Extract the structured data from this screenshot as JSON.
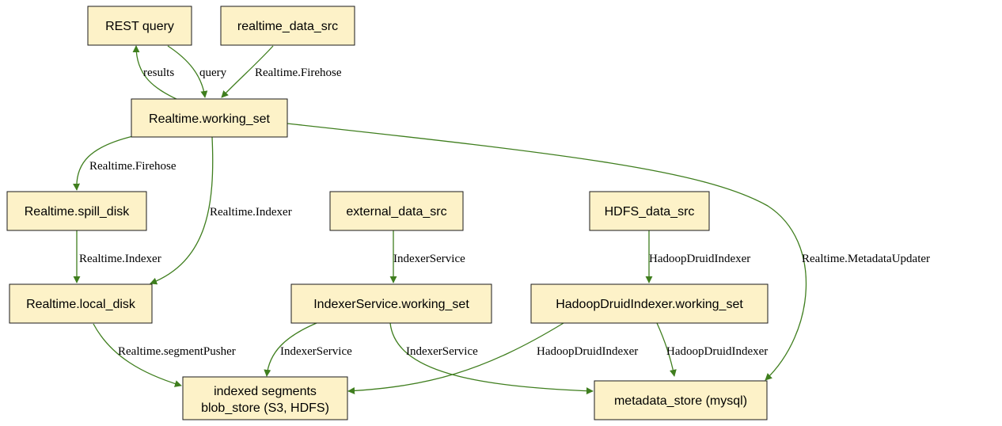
{
  "colors": {
    "node_fill": "#fdf2c8",
    "node_border": "#1a1a1a",
    "edge": "#3f7e1e"
  },
  "nodes": {
    "rest_query": "REST query",
    "realtime_data_src": "realtime_data_src",
    "realtime_working_set": "Realtime.working_set",
    "realtime_spill_disk": "Realtime.spill_disk",
    "external_data_src": "external_data_src",
    "hdfs_data_src": "HDFS_data_src",
    "realtime_local_disk": "Realtime.local_disk",
    "indexer_service_working_set": "IndexerService.working_set",
    "hadoop_druid_indexer_working_set": "HadoopDruidIndexer.working_set",
    "indexed_segments": [
      "indexed segments",
      "blob_store (S3, HDFS)"
    ],
    "metadata_store": "metadata_store (mysql)"
  },
  "edges": [
    {
      "from": "Realtime.working_set",
      "to": "REST query",
      "label": "results"
    },
    {
      "from": "REST query",
      "to": "Realtime.working_set",
      "label": "query"
    },
    {
      "from": "realtime_data_src",
      "to": "Realtime.working_set",
      "label": "Realtime.Firehose"
    },
    {
      "from": "Realtime.working_set",
      "to": "Realtime.spill_disk",
      "label": "Realtime.Firehose"
    },
    {
      "from": "Realtime.working_set",
      "to": "Realtime.local_disk",
      "label": "Realtime.Indexer"
    },
    {
      "from": "Realtime.spill_disk",
      "to": "Realtime.local_disk",
      "label": "Realtime.Indexer"
    },
    {
      "from": "external_data_src",
      "to": "IndexerService.working_set",
      "label": "IndexerService"
    },
    {
      "from": "HDFS_data_src",
      "to": "HadoopDruidIndexer.working_set",
      "label": "HadoopDruidIndexer"
    },
    {
      "from": "Realtime.working_set",
      "to": "metadata_store (mysql)",
      "label": "Realtime.MetadataUpdater"
    },
    {
      "from": "Realtime.local_disk",
      "to": "indexed segments",
      "label": "Realtime.segmentPusher"
    },
    {
      "from": "IndexerService.working_set",
      "to": "indexed segments",
      "label": "IndexerService"
    },
    {
      "from": "IndexerService.working_set",
      "to": "metadata_store (mysql)",
      "label": "IndexerService"
    },
    {
      "from": "HadoopDruidIndexer.working_set",
      "to": "indexed segments",
      "label": "HadoopDruidIndexer"
    },
    {
      "from": "HadoopDruidIndexer.working_set",
      "to": "metadata_store (mysql)",
      "label": "HadoopDruidIndexer"
    }
  ]
}
